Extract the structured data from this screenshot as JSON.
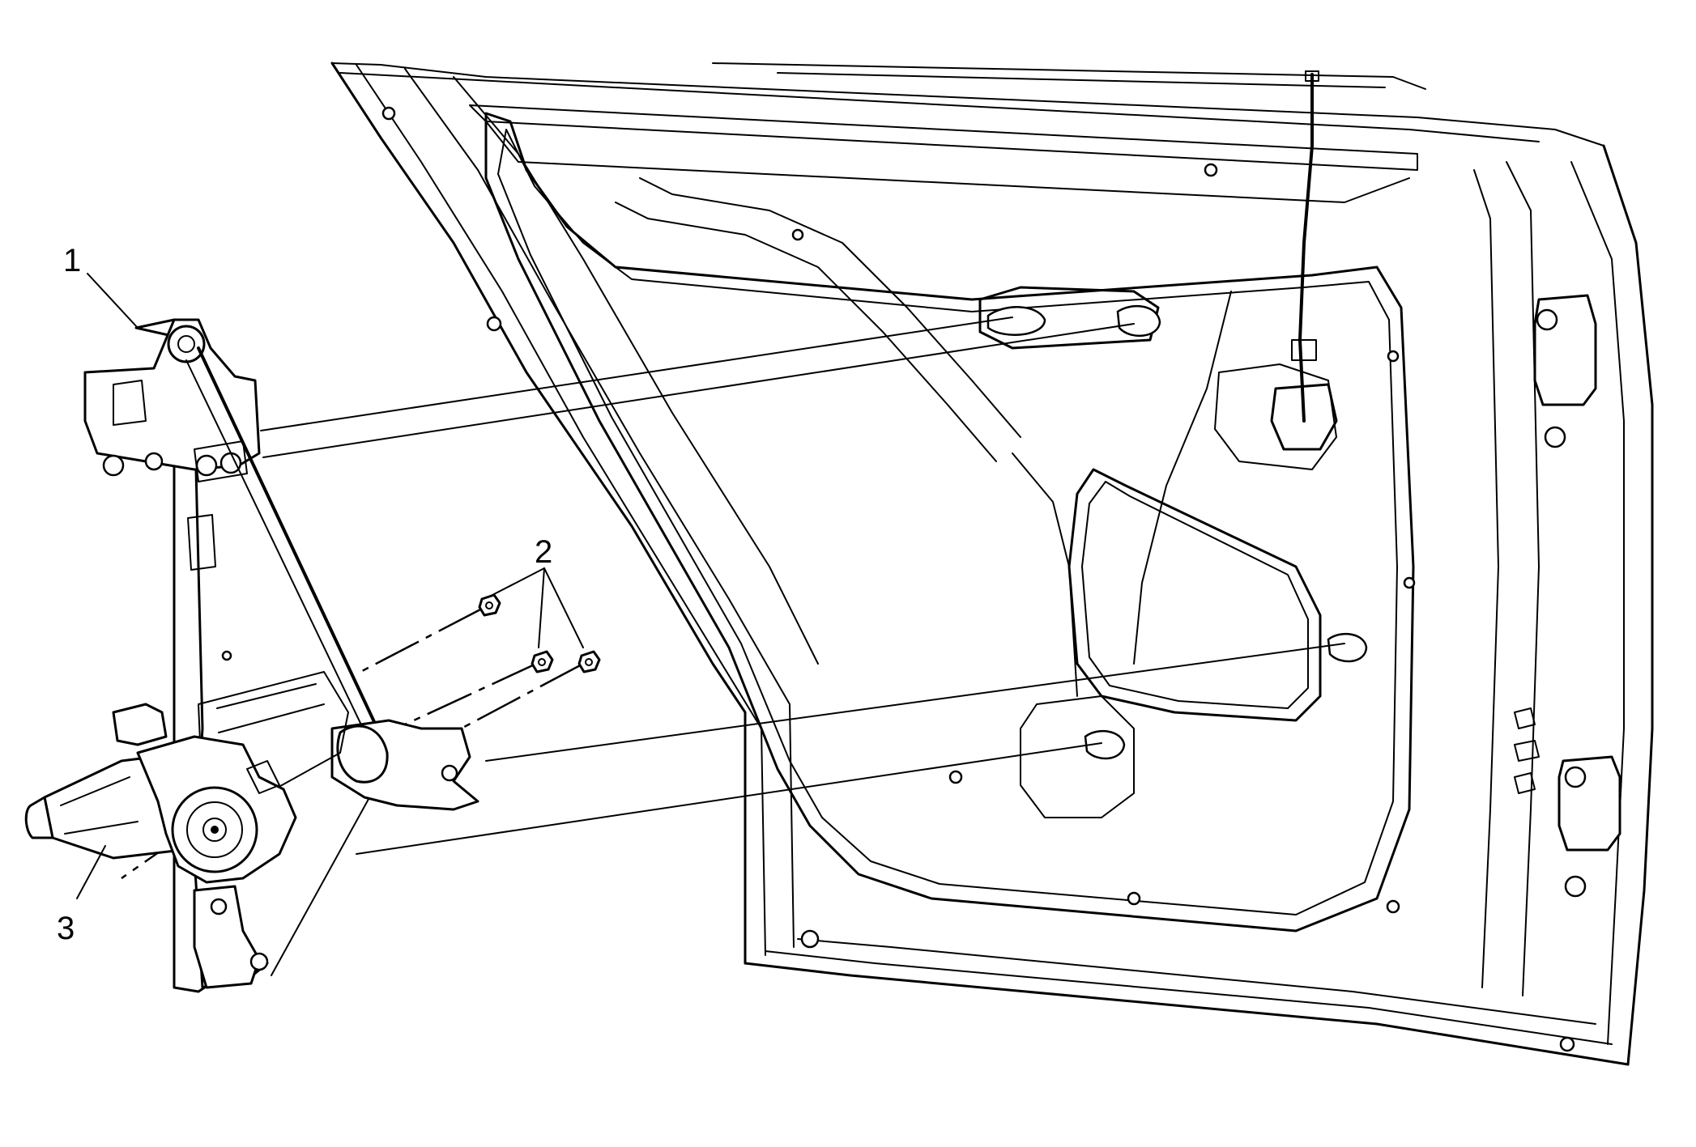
{
  "diagram": {
    "callouts": [
      {
        "id": "1",
        "text": "1"
      },
      {
        "id": "2",
        "text": "2"
      },
      {
        "id": "3",
        "text": "3"
      }
    ],
    "components": [
      "door-inner-panel",
      "window-regulator",
      "regulator-bolts",
      "window-motor"
    ]
  },
  "colors": {
    "line": "#000000",
    "background": "#ffffff"
  }
}
